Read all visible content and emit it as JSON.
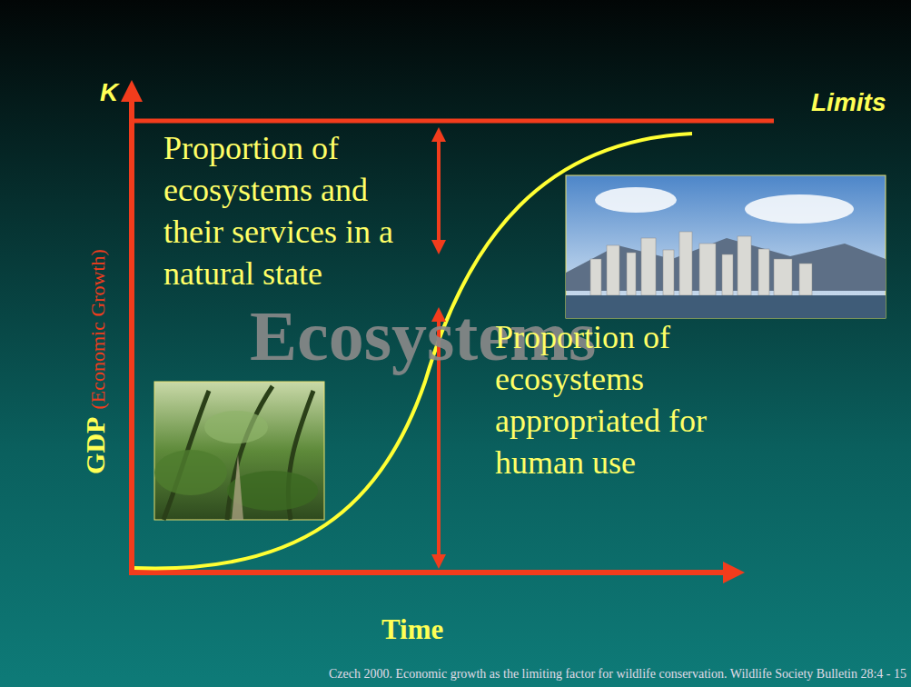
{
  "diagram": {
    "caption": "Czech 2000. Economic growth as the limiting factor for wildlife conservation. Wildlife Society Bulletin 28:4 - 15",
    "labels": [
      "Ecosystems",
      "K",
      "Limits",
      "GDP",
      "(Economic Growth)",
      "Time",
      "Proportion of ecosystems and their services in a natural state",
      "Proportion of ecosystems appropriated for human use"
    ]
  }
}
